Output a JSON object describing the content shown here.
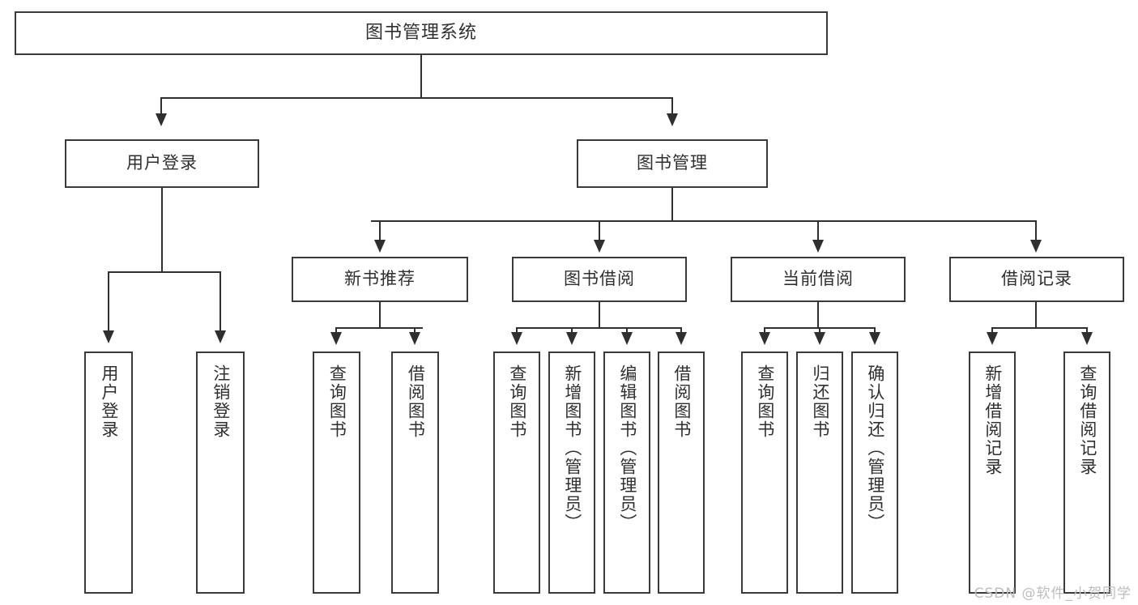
{
  "diagram": {
    "type": "tree",
    "title": "图书管理系统",
    "watermark": "CSDN @软件_小贺同学",
    "colors": {
      "box_border": "#3a3a3a",
      "connector": "#2f2f2f",
      "background": "#ffffff",
      "text": "#2f2f2f",
      "watermark": "#bdbdbd"
    },
    "levels": {
      "root": "图书管理系统",
      "level2": [
        "用户登录",
        "图书管理"
      ],
      "level3": [
        "新书推荐",
        "图书借阅",
        "当前借阅",
        "借阅记录"
      ]
    },
    "nodes": {
      "root": {
        "label": "图书管理系统"
      },
      "user_login": {
        "label": "用户登录"
      },
      "book_manage": {
        "label": "图书管理"
      },
      "new_book_rec": {
        "label": "新书推荐"
      },
      "book_borrow": {
        "label": "图书借阅"
      },
      "current_borrow": {
        "label": "当前借阅"
      },
      "borrow_record": {
        "label": "借阅记录"
      }
    },
    "leaves": {
      "user_login": [
        {
          "label": "用户登录"
        },
        {
          "label": "注销登录"
        }
      ],
      "new_book_rec": [
        {
          "label": "查询图书"
        },
        {
          "label": "借阅图书"
        }
      ],
      "book_borrow": [
        {
          "label": "查询图书"
        },
        {
          "label": "新增图书（管理员）"
        },
        {
          "label": "编辑图书（管理员）"
        },
        {
          "label": "借阅图书"
        }
      ],
      "current_borrow": [
        {
          "label": "查询图书"
        },
        {
          "label": "归还图书"
        },
        {
          "label": "确认归还（管理员）"
        }
      ],
      "borrow_record": [
        {
          "label": "新增借阅记录"
        },
        {
          "label": "查询借阅记录"
        }
      ]
    }
  }
}
